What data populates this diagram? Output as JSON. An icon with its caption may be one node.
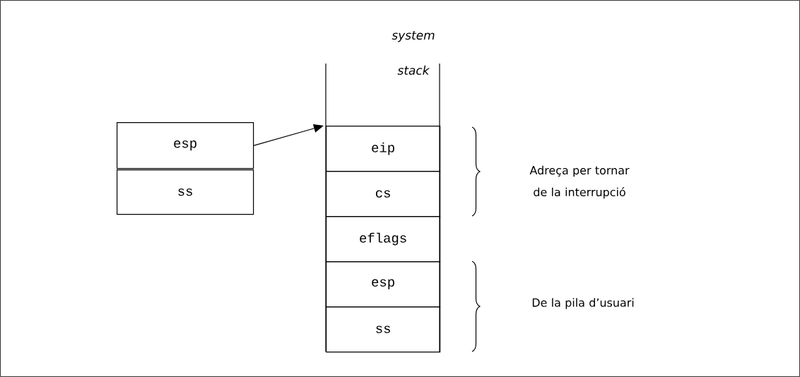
{
  "diagram": {
    "nodes": [
      {
        "text": [
          "esp"
        ]
      },
      {
        "text": [
          "ss"
        ]
      },
      {
        "text": [
          "system stack"
        ]
      },
      {
        "text": [
          "eip"
        ],
        "in": 2
      },
      {
        "text": [
          "cs"
        ],
        "in": 2
      },
      {
        "text": [
          "eflags"
        ],
        "in": 2
      },
      {
        "text": [
          "esp"
        ],
        "in": 2
      },
      {
        "text": [
          "ss"
        ],
        "in": 2
      }
    ],
    "edges": [
      {
        "from": 0,
        "to": 3,
        "arrow": "to"
      }
    ],
    "labels": [
      "Adreça per tornar de la interrupció",
      "De la pila d’usuari"
    ]
  }
}
